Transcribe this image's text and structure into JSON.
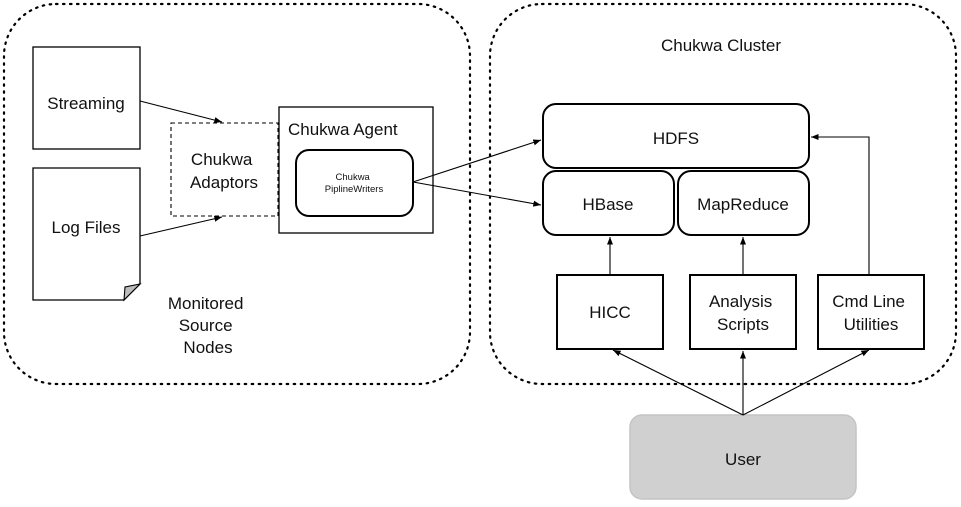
{
  "source_region": {
    "label_lines": [
      "Monitored",
      "Source",
      "Nodes"
    ]
  },
  "cluster_region": {
    "label": "Chukwa Cluster"
  },
  "nodes": {
    "streaming": "Streaming",
    "log_files": "Log Files",
    "adaptors_lines": [
      "Chukwa",
      "Adaptors"
    ],
    "agent": "Chukwa Agent",
    "writers_lines": [
      "Chukwa",
      "PiplineWriters"
    ],
    "hdfs": "HDFS",
    "hbase": "HBase",
    "mapreduce": "MapReduce",
    "hicc": "HICC",
    "analysis_lines": [
      "Analysis",
      "Scripts"
    ],
    "cmdline_lines": [
      "Cmd Line",
      "Utilities"
    ],
    "user": "User"
  },
  "colors": {
    "stroke": "#000000",
    "user_fill": "#d0d0d0",
    "user_stroke": "#c4c4c4"
  }
}
